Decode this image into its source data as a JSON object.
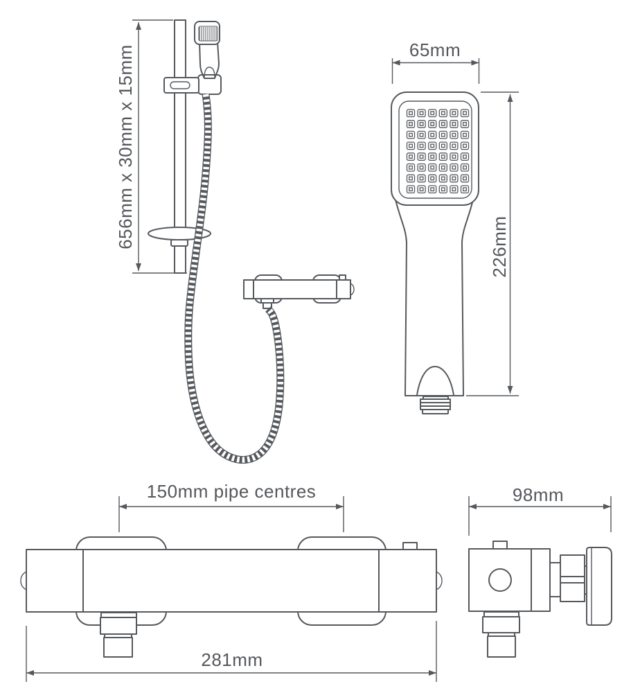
{
  "colors": {
    "line": "#55585c",
    "text": "#54575b",
    "background": "#ffffff"
  },
  "views": {
    "rail_kit": {
      "dimension_label": "656mm x 30mm x 15mm"
    },
    "handset": {
      "width_label": "65mm",
      "height_label": "226mm"
    },
    "valve_front": {
      "pipe_centres_label": "150mm pipe centres",
      "width_label": "281mm"
    },
    "valve_side": {
      "depth_label": "98mm"
    }
  }
}
